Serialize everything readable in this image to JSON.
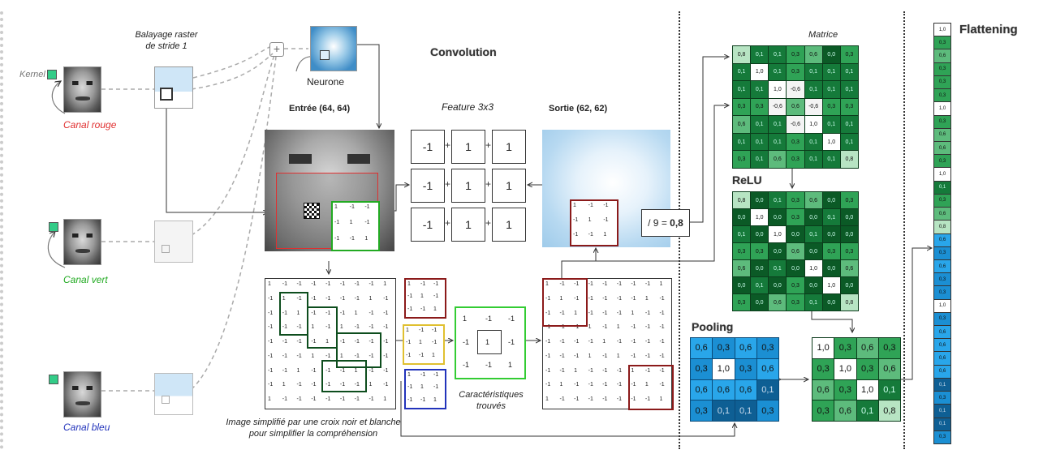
{
  "labels": {
    "kernel": "Kernel",
    "raster": "Balayage raster\nde stride 1",
    "neurone": "Neurone",
    "convolution": "Convolution",
    "entree": "Entrée (64, 64)",
    "feature": "Feature 3x3",
    "sortie": "Sortie (62, 62)",
    "canal_rouge": "Canal rouge",
    "canal_vert": "Canal vert",
    "canal_bleu": "Canal bleu",
    "div_formula": "/ 9 = ",
    "div_result": "0,8",
    "matrice": "Matrice",
    "relu": "ReLU",
    "pooling": "Pooling",
    "flattening": "Flattening",
    "caracteristiques": "Caractéristiques\ntrouvés",
    "caption": "Image simplifié par une croix noir et blanche\npour simplifier la compréhension"
  },
  "feature_kernel": [
    [
      "-1",
      "1",
      "1"
    ],
    [
      "-1",
      "1",
      "1"
    ],
    [
      "-1",
      "1",
      "1"
    ]
  ],
  "mini_kernel": [
    [
      "1",
      "-1",
      "-1"
    ],
    [
      "-1",
      "1",
      "-1"
    ],
    [
      "-1",
      "-1",
      "1"
    ]
  ],
  "matrice_values": [
    [
      "0,8",
      "0,1",
      "0,1",
      "0,3",
      "0,6",
      "0,0",
      "0,3"
    ],
    [
      "0,1",
      "1,0",
      "0,1",
      "0,3",
      "0,1",
      "0,1",
      "0,1"
    ],
    [
      "0,1",
      "0,1",
      "1,0",
      "-0,6",
      "0,1",
      "0,1",
      "0,1"
    ],
    [
      "0,3",
      "0,3",
      "-0,6",
      "0,6",
      "-0,6",
      "0,3",
      "0,3"
    ],
    [
      "0,6",
      "0,1",
      "0,1",
      "-0,6",
      "1,0",
      "0,1",
      "0,1"
    ],
    [
      "0,1",
      "0,1",
      "0,1",
      "0,3",
      "0,1",
      "1,0",
      "0,1"
    ],
    [
      "0,3",
      "0,1",
      "0,6",
      "0,3",
      "0,1",
      "0,1",
      "0,8"
    ]
  ],
  "relu_values": [
    [
      "0,8",
      "0,0",
      "0,1",
      "0,3",
      "0,6",
      "0,0",
      "0,3"
    ],
    [
      "0,0",
      "1,0",
      "0,0",
      "0,3",
      "0,0",
      "0,1",
      "0,0"
    ],
    [
      "0,1",
      "0,0",
      "1,0",
      "0,0",
      "0,1",
      "0,0",
      "0,0"
    ],
    [
      "0,3",
      "0,3",
      "0,0",
      "0,6",
      "0,0",
      "0,3",
      "0,3"
    ],
    [
      "0,6",
      "0,0",
      "0,1",
      "0,0",
      "1,0",
      "0,0",
      "0,6"
    ],
    [
      "0,0",
      "0,1",
      "0,0",
      "0,3",
      "0,0",
      "1,0",
      "0,0"
    ],
    [
      "0,3",
      "0,0",
      "0,6",
      "0,3",
      "0,1",
      "0,0",
      "0,8"
    ]
  ],
  "pooling_values": [
    [
      "0,6",
      "0,3",
      "0,6",
      "0,3"
    ],
    [
      "0,3",
      "1,0",
      "0,3",
      "0,6"
    ],
    [
      "0,6",
      "0,6",
      "0,6",
      "0,1"
    ],
    [
      "0,3",
      "0,1",
      "0,1",
      "0,3"
    ]
  ],
  "pooled_green": [
    [
      "1,0",
      "0,3",
      "0,6",
      "0,3"
    ],
    [
      "0,3",
      "1,0",
      "0,3",
      "0,6"
    ],
    [
      "0,6",
      "0,3",
      "1,0",
      "0,1"
    ],
    [
      "0,3",
      "0,6",
      "0,1",
      "0,8"
    ]
  ],
  "flatten_values": [
    "1,0",
    "0,3",
    "0,6",
    "0,3",
    "0,3",
    "0,3",
    "1,0",
    "0,3",
    "0,6",
    "0,6",
    "0,3",
    "1,0",
    "0,1",
    "0,3",
    "0,6",
    "0,8",
    "0,6",
    "0,3",
    "0,6",
    "0,3",
    "0,3",
    "1,0",
    "0,3",
    "0,6",
    "0,6",
    "0,6",
    "0,6",
    "0,1",
    "0,3",
    "0,1",
    "0,1",
    "0,3"
  ],
  "colors": {
    "red": "#e03030",
    "green": "#22aa22",
    "blue": "#2233bb",
    "matrix_dark": "#0b6b2c",
    "matrix_mid": "#2fa356",
    "matrix_light": "#8fd4a4",
    "pool_blue": "#1a9ee0"
  }
}
